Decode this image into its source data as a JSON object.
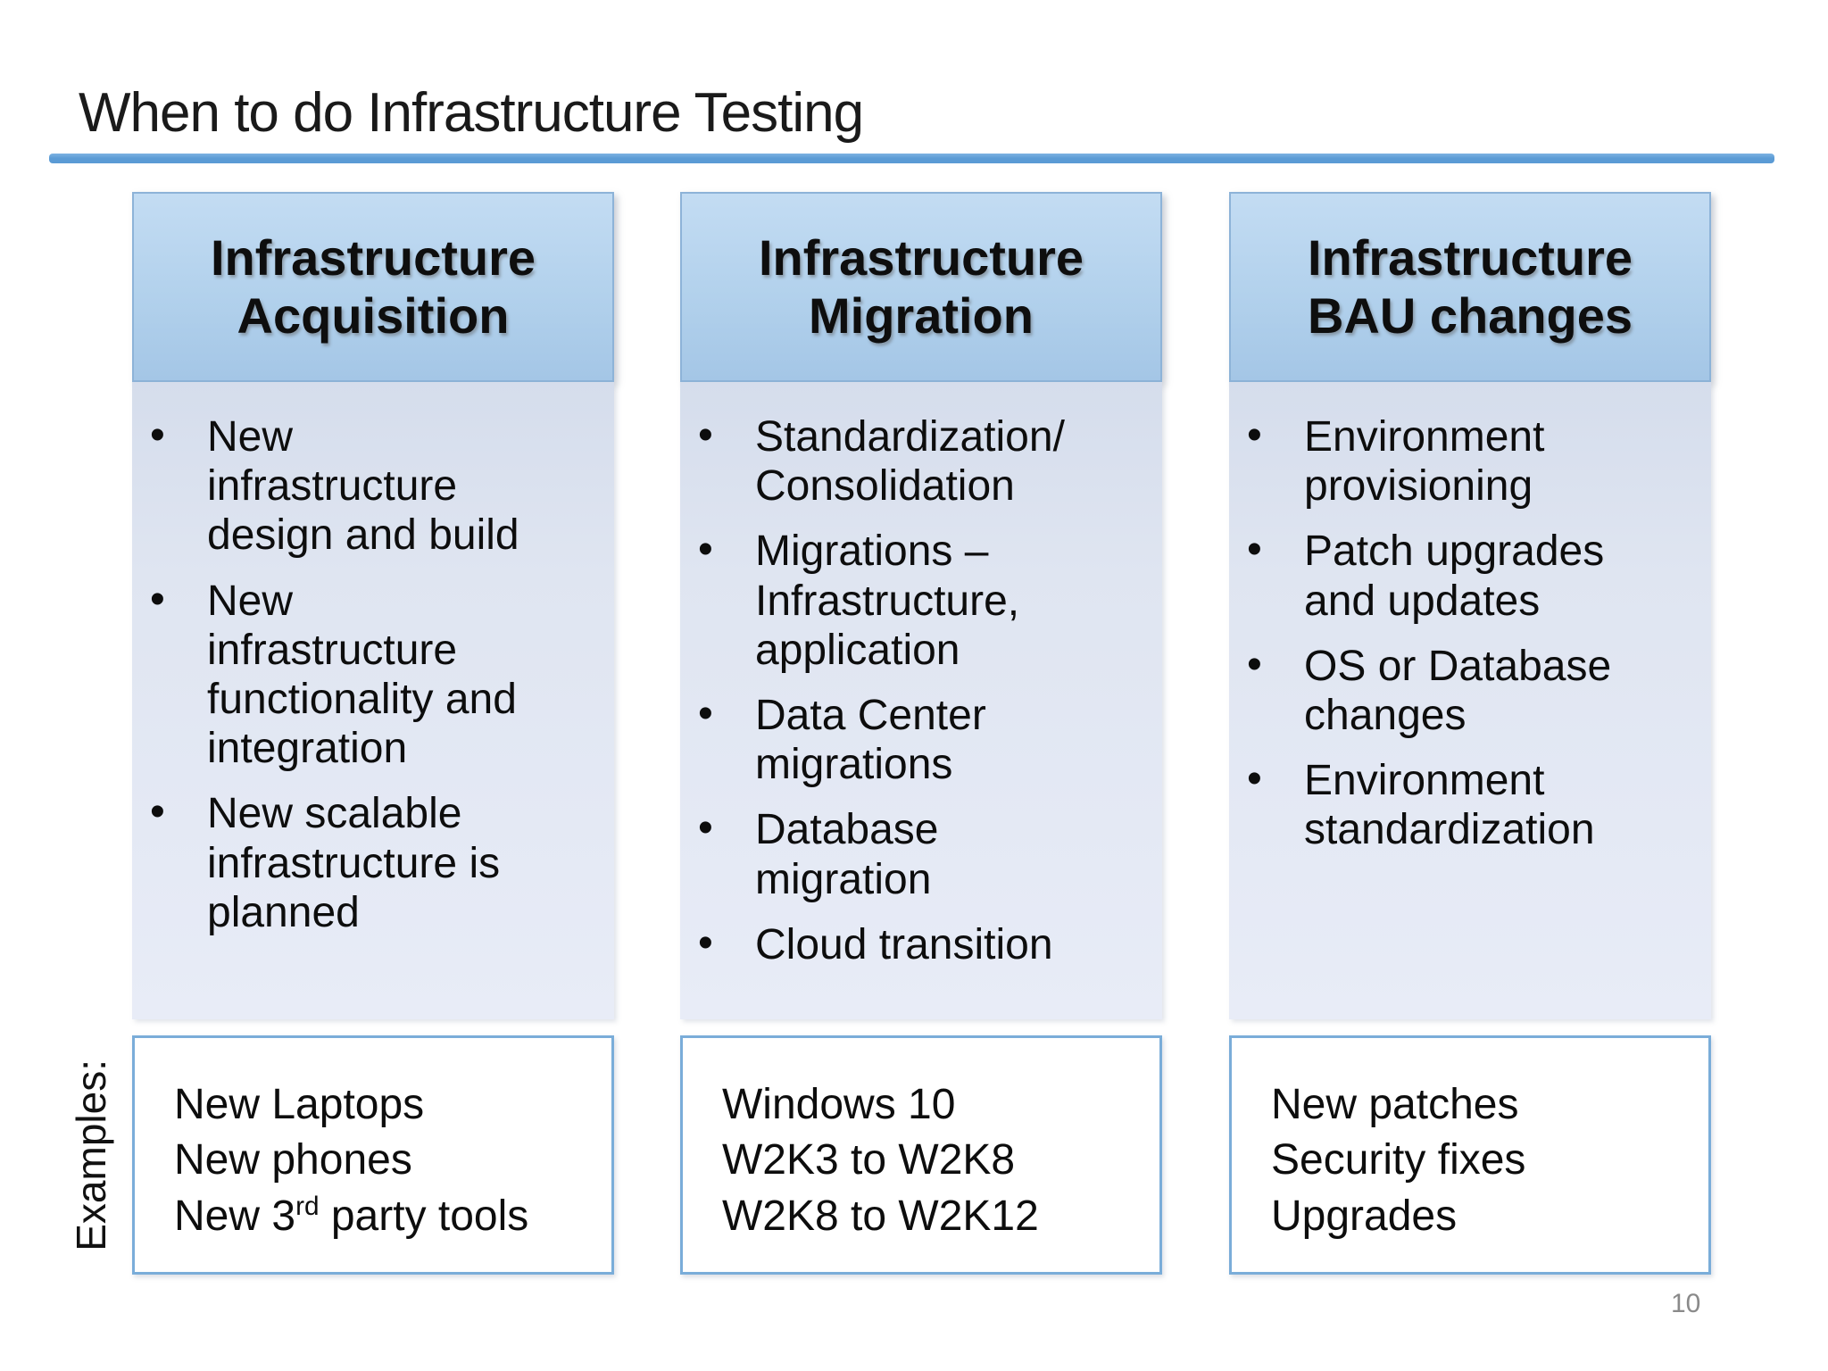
{
  "slide": {
    "title": "When to do Infrastructure Testing",
    "examples_label": "Examples:",
    "page_number": "10",
    "colors": {
      "accent_rule": "#5b9bd5",
      "header_fill": "#b2d1ec",
      "body_fill": "#dfe5f1",
      "box_border": "#7aadd9"
    }
  },
  "columns": [
    {
      "header": "Infrastructure Acquisition",
      "bullets": [
        "New infrastructure design and build",
        "New infrastructure functionality and integration",
        "New scalable infrastructure is planned"
      ],
      "examples": [
        "New Laptops",
        "New phones"
      ],
      "example_special": {
        "pre": "New 3",
        "sup": "rd",
        "post": " party tools"
      }
    },
    {
      "header": "Infrastructure Migration",
      "bullets": [
        "Standardization/ Consolidation",
        "Migrations – Infrastructure, application",
        "Data Center migrations",
        "Database migration",
        "Cloud transition"
      ],
      "examples": [
        "Windows 10",
        "W2K3 to W2K8",
        "W2K8 to W2K12"
      ]
    },
    {
      "header": "Infrastructure BAU changes",
      "bullets": [
        "Environment provisioning",
        "Patch upgrades and updates",
        "OS or Database changes",
        "Environment standardization"
      ],
      "examples": [
        "New patches",
        "Security fixes",
        "Upgrades"
      ]
    }
  ]
}
